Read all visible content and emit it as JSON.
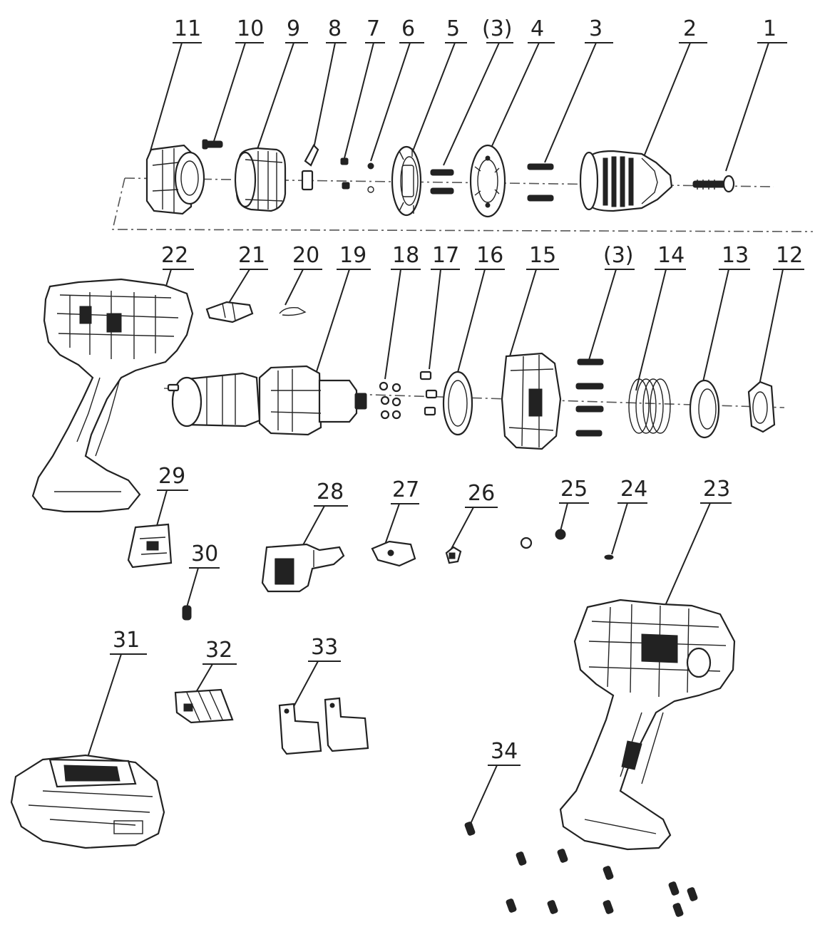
{
  "diagram": {
    "labels": {
      "p1": "1",
      "p2": "2",
      "p3": "3",
      "p3b": "(3)",
      "p4": "4",
      "p5": "5",
      "p6": "6",
      "p7": "7",
      "p8": "8",
      "p9": "9",
      "p10": "10",
      "p11": "11",
      "p12": "12",
      "p13": "13",
      "p14": "14",
      "p3c": "(3)",
      "p15": "15",
      "p16": "16",
      "p17": "17",
      "p18": "18",
      "p19": "19",
      "p20": "20",
      "p21": "21",
      "p22": "22",
      "p23": "23",
      "p24": "24",
      "p25": "25",
      "p26": "26",
      "p27": "27",
      "p28": "28",
      "p29": "29",
      "p30": "30",
      "p31": "31",
      "p32": "32",
      "p33": "33",
      "p34": "34"
    },
    "colors": {
      "line": "#222222",
      "background": "#ffffff"
    }
  }
}
